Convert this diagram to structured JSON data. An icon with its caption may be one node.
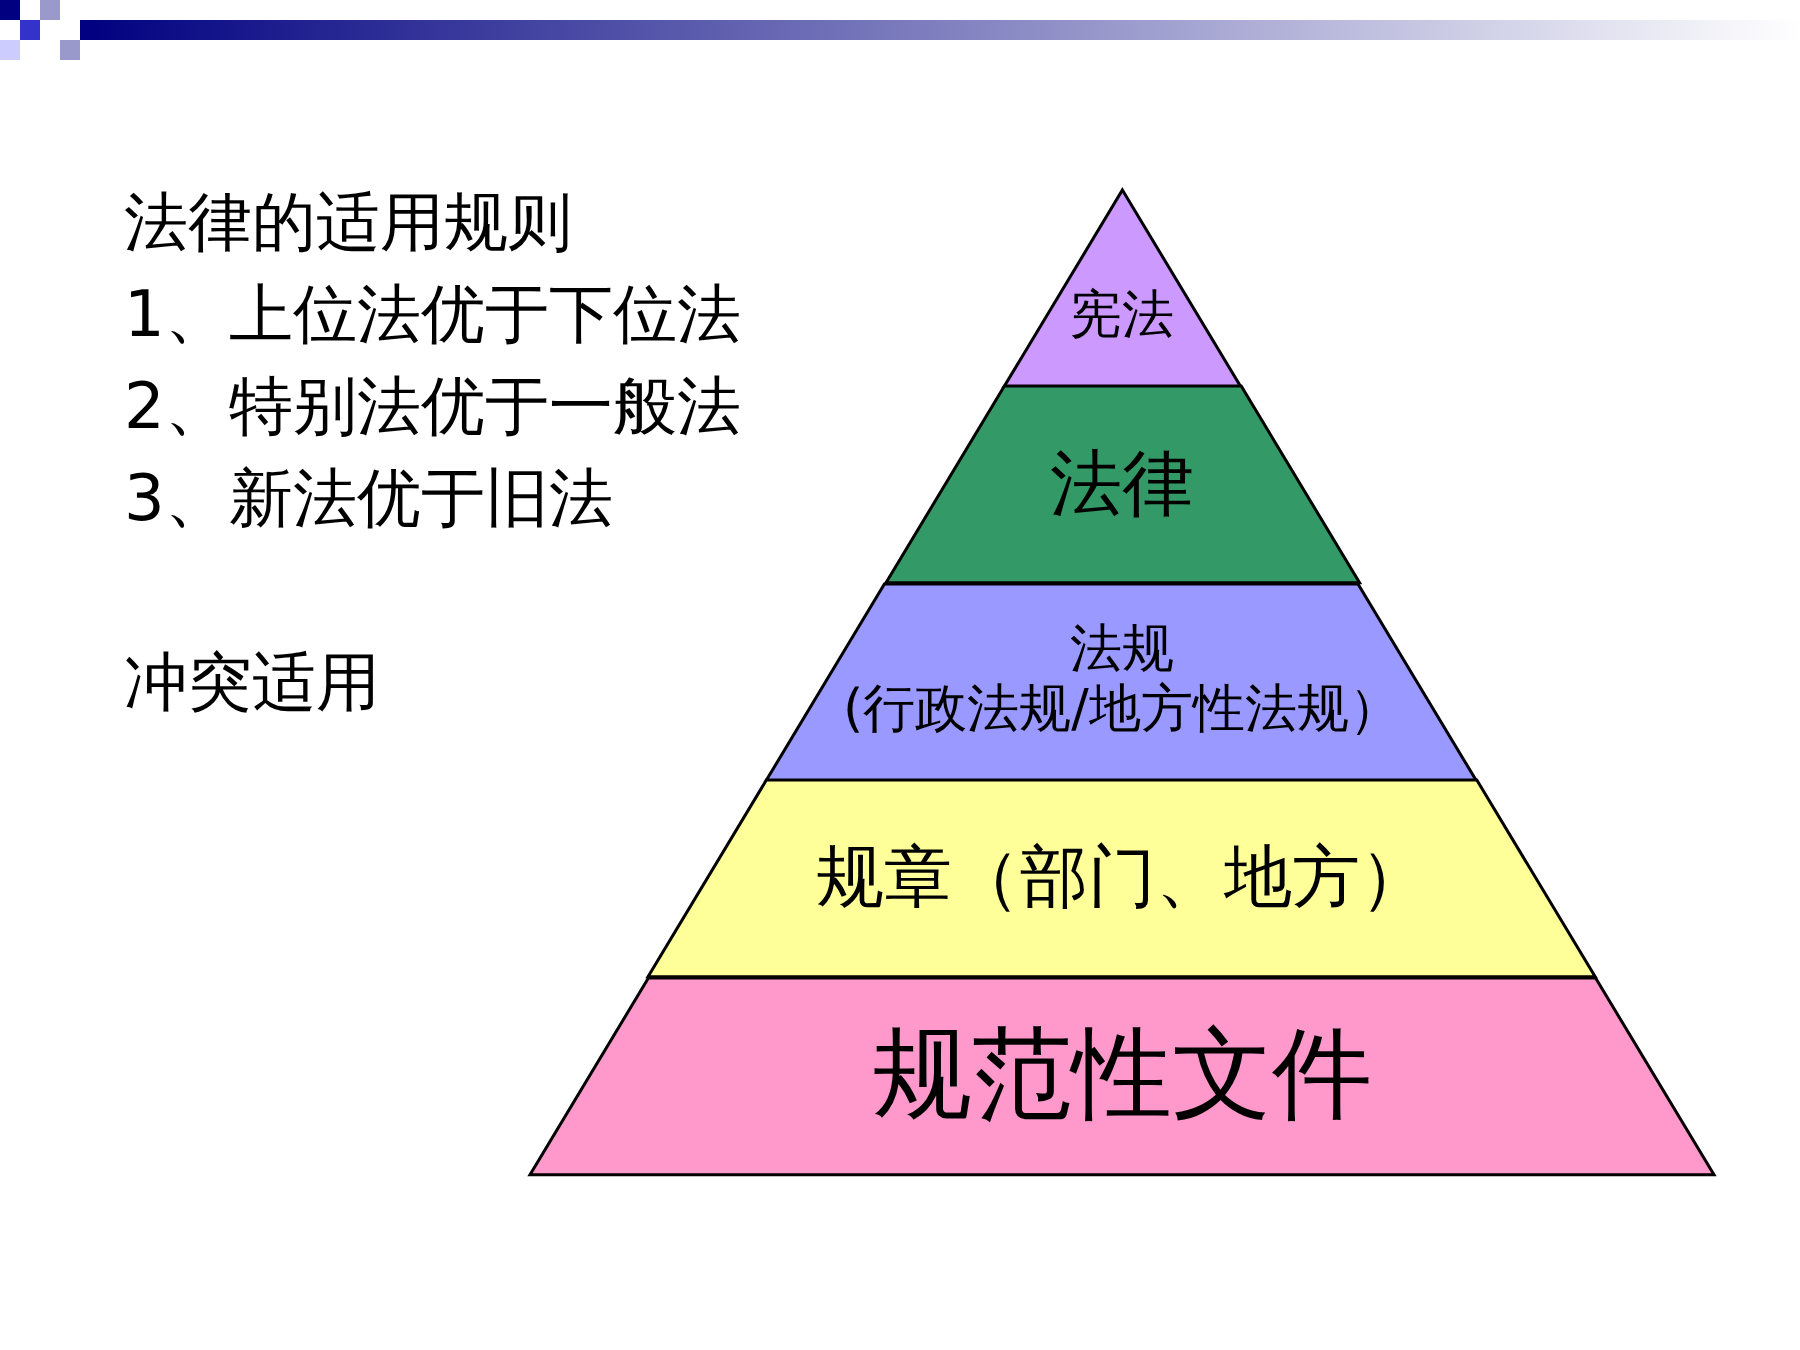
{
  "diagram": {
    "nodes": [
      {
        "text": [
          "宪法"
        ]
      },
      {
        "text": [
          "法律"
        ]
      },
      {
        "text": [
          "法规",
          "(行政法规/地方性法规）"
        ]
      },
      {
        "text": [
          "规章（部门、地方）"
        ]
      },
      {
        "text": [
          "规范性文件"
        ]
      }
    ],
    "labels": [
      "法律的适用规则",
      "1、上位法优于下位法",
      "2、特别法优于一般法",
      "3、新法优于旧法",
      "冲突适用"
    ]
  }
}
